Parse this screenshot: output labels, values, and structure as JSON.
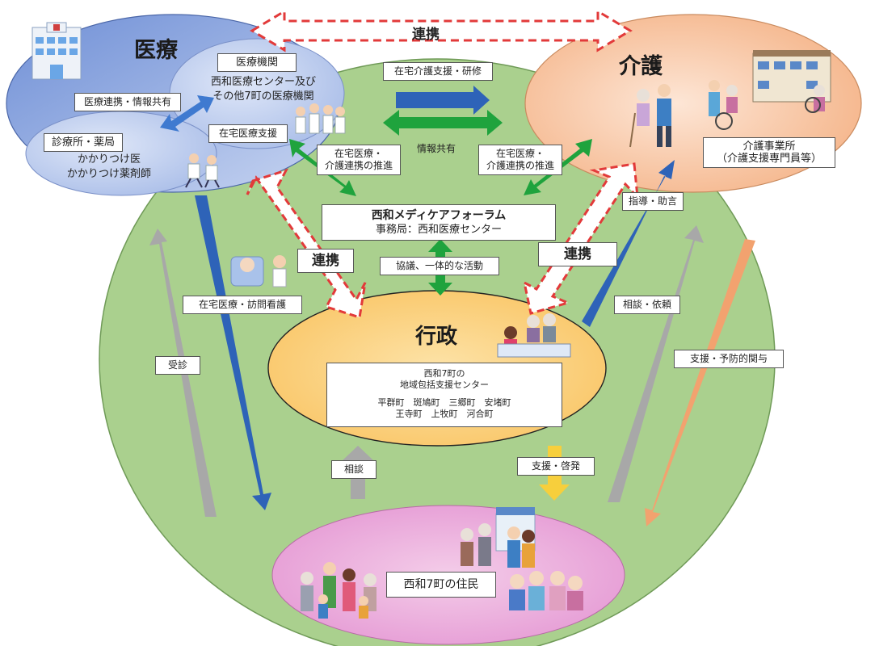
{
  "medical": {
    "title": "医療",
    "institutions_title": "医療機関",
    "institutions_line1": "西和医療センター及び",
    "institutions_line2": "その他7町の医療機関",
    "clinic_title": "診療所・薬局",
    "clinic_line1": "かかりつけ医",
    "clinic_line2": "かかりつけ薬剤師",
    "cooperation_label": "医療連携・情報共有",
    "home_support_label": "在宅医療支援"
  },
  "care": {
    "title": "介護",
    "office_line1": "介護事業所",
    "office_line2": "（介護支援専門員等）"
  },
  "forum": {
    "name": "西和メディケアフォーラム",
    "office": "事務局：西和医療センター"
  },
  "admin": {
    "title": "行政",
    "box_line1": "西和7町の",
    "box_line2": "地域包括支援センター",
    "box_line3": "平群町　斑鳩町　三郷町　安堵町",
    "box_line4": "王寺町　上牧町　河合町"
  },
  "residents": {
    "label": "西和7町の住民"
  },
  "labels": {
    "renkei_top": "連携",
    "renkei_left": "連携",
    "renkei_right": "連携",
    "care_training": "在宅介護支援・研修",
    "info_share": "情報共有",
    "promo_left_1": "在宅医療・",
    "promo_left_2": "介護連携の推進",
    "promo_right_1": "在宅医療・",
    "promo_right_2": "介護連携の推進",
    "guidance": "指導・助言",
    "consultation_joint": "協議、一体的な活動",
    "home_nursing": "在宅医療・訪問看護",
    "visit": "受診",
    "consult_request": "相談・依頼",
    "support_prevention": "支援・予防的関与",
    "consult": "相談",
    "support_awareness": "支援・啓発"
  },
  "colors": {
    "community_green": "#aad08e",
    "medical_blue": "#7f9fdb",
    "care_orange": "#f6c39d",
    "admin_yellow": "#fbd68a",
    "residents_pink": "#ecacdf",
    "arrow_blue": "#2e63b8",
    "arrow_green": "#1fa33d",
    "arrow_gray": "#a8a8a8",
    "arrow_orange": "#f2a26f",
    "arrow_yellow": "#f7cf3c",
    "dashed_red": "#e23a3a"
  },
  "icons": [
    "hospital-icon",
    "doctors-group-icon",
    "running-doctors-icon",
    "care-giver-icon",
    "care-facility-icon",
    "nurse-patient-icon",
    "admin-counter-icon",
    "family-group-icon",
    "elderly-pair-icon",
    "residents-elderly-icon"
  ]
}
